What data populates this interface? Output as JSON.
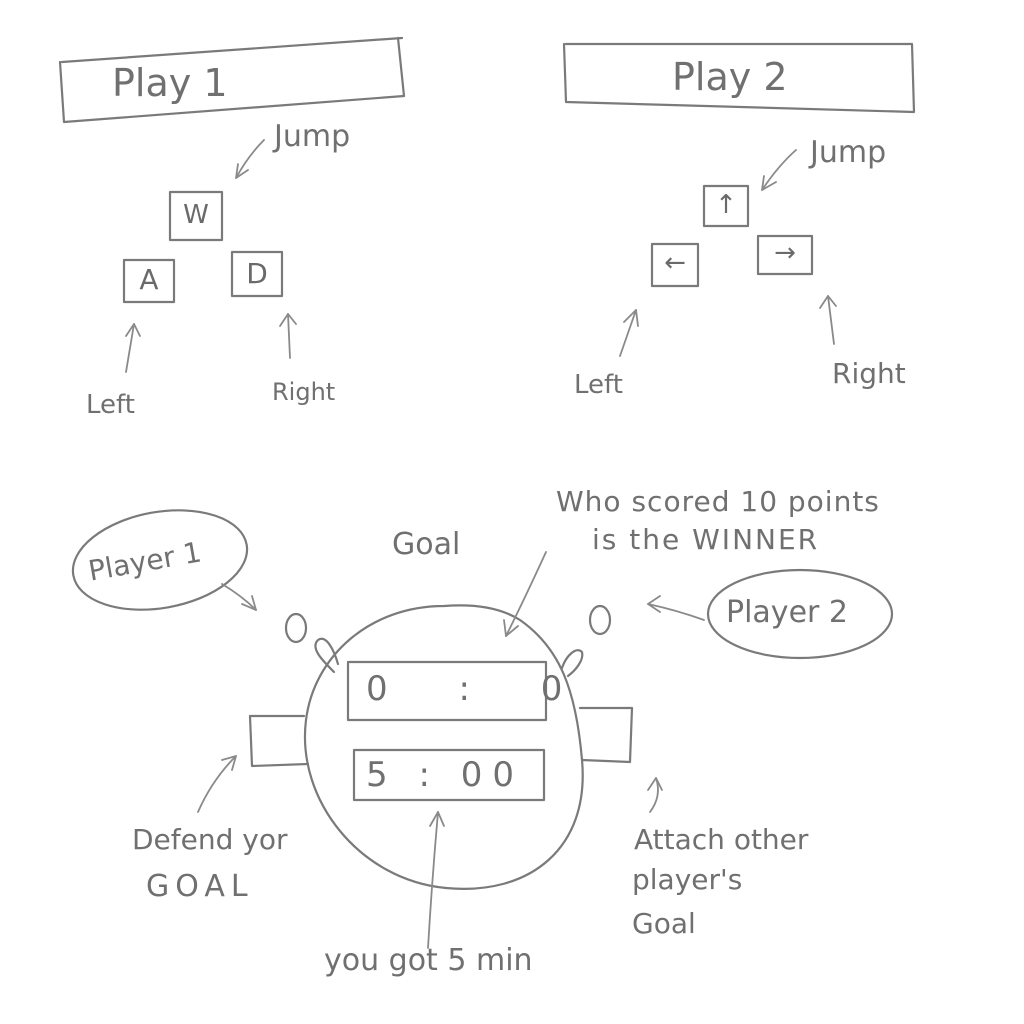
{
  "play1": {
    "title": "Play 1",
    "jump_label": "Jump",
    "keys": {
      "up": "W",
      "left": "A",
      "right": "D"
    },
    "left_label": "Left",
    "right_label": "Right"
  },
  "play2": {
    "title": "Play 2",
    "jump_label": "Jump",
    "keys": {
      "up": "↑",
      "left": "←",
      "right": "→"
    },
    "left_label": "Left",
    "right_label": "Right"
  },
  "field": {
    "goal_label": "Goal",
    "player1_label": "Player 1",
    "player2_label": "Player 2",
    "winner_note_line1": "Who scored 10 points",
    "winner_note_line2": "is the WINNER",
    "score": "0  :  0",
    "timer": "5 : 00",
    "defend_line1": "Defend yor",
    "defend_line2": "GOAL",
    "attack_line1": "Attach other",
    "attack_line2": "player's",
    "attack_line3": "Goal",
    "time_note": "you got 5 min"
  }
}
